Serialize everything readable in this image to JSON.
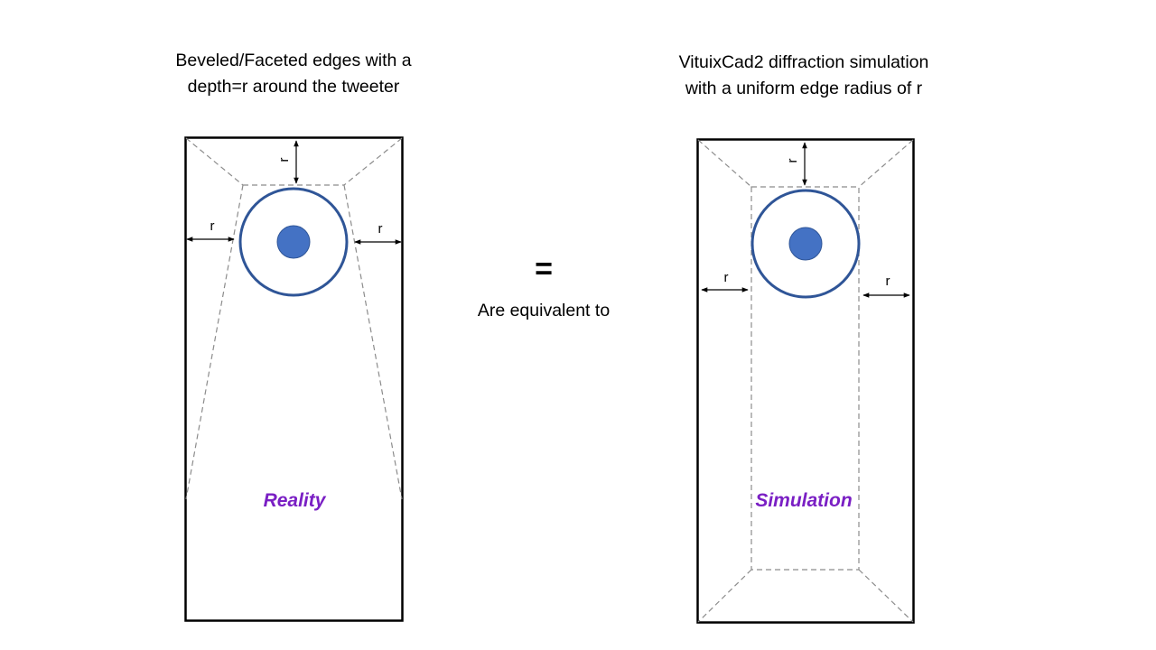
{
  "left": {
    "heading_line1": "Beveled/Faceted edges with a",
    "heading_line2": "depth=r around the tweeter",
    "caption": "Reality"
  },
  "middle": {
    "symbol": "=",
    "text": "Are equivalent to"
  },
  "right": {
    "heading_line1": "VituixCad2 diffraction simulation",
    "heading_line2": "with a uniform edge radius of r",
    "caption": "Simulation"
  },
  "dimension_label": "r",
  "colors": {
    "tweeter_ring": "#2f5597",
    "tweeter_dome": "#4472c4",
    "caption": "#7a1fc4",
    "bevel_line": "#8c8c8c"
  }
}
